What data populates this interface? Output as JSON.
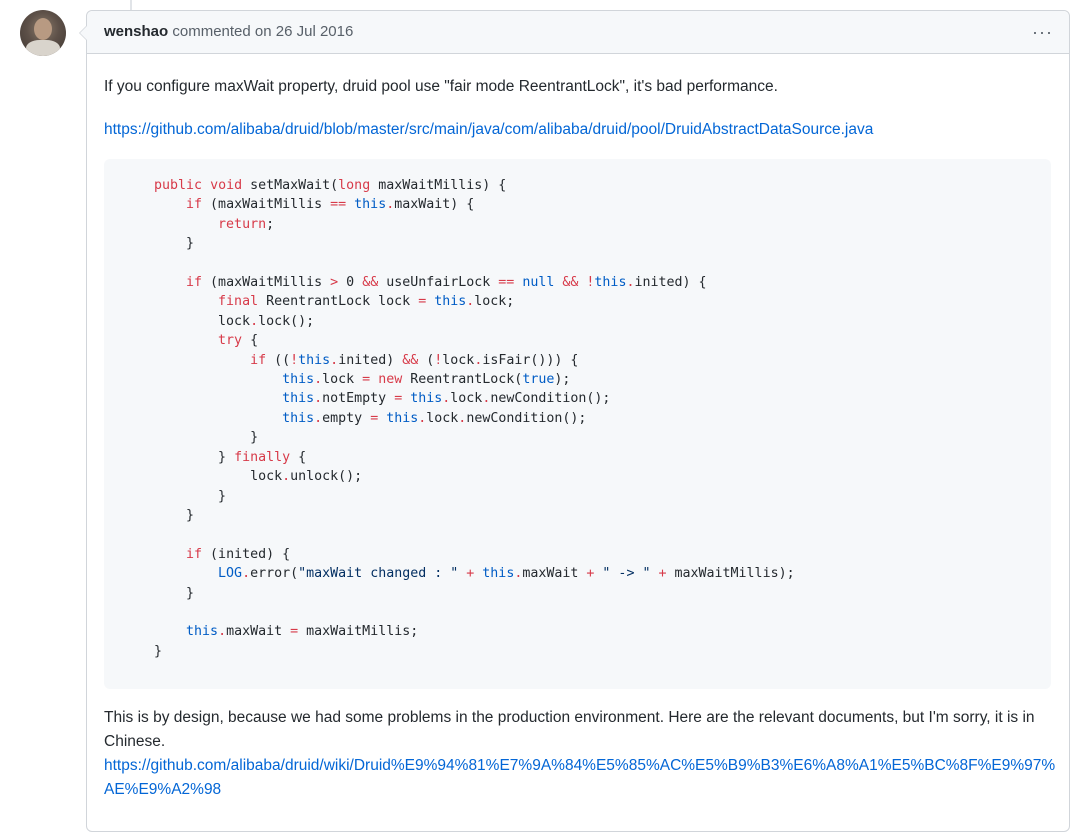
{
  "comment": {
    "author": "wenshao",
    "meta": "commented on 26 Jul 2016",
    "menu_icon": "kebab-horizontal-icon",
    "paragraph1": "If you configure maxWait property, druid pool use \"fair mode ReentrantLock\", it's bad performance.",
    "link1": "https://github.com/alibaba/druid/blob/master/src/main/java/com/alibaba/druid/pool/DruidAbstractDataSource.java",
    "code_lines": [
      "public void setMaxWait(long maxWaitMillis) {",
      "    if (maxWaitMillis == this.maxWait) {",
      "        return;",
      "    }",
      "",
      "    if (maxWaitMillis > 0 && useUnfairLock == null && !this.inited) {",
      "        final ReentrantLock lock = this.lock;",
      "        lock.lock();",
      "        try {",
      "            if ((!this.inited) && (!lock.isFair())) {",
      "                this.lock = new ReentrantLock(true);",
      "                this.notEmpty = this.lock.newCondition();",
      "                this.empty = this.lock.newCondition();",
      "            }",
      "        } finally {",
      "            lock.unlock();",
      "        }",
      "    }",
      "",
      "    if (inited) {",
      "        LOG.error(\"maxWait changed : \" + this.maxWait + \" -> \" + maxWaitMillis);",
      "    }",
      "",
      "    this.maxWait = maxWaitMillis;",
      "}"
    ],
    "paragraph2": "This is by design, because we had some problems in the production environment. Here are the relevant documents, but I'm sorry, it is in Chinese.",
    "link2": "https://github.com/alibaba/druid/wiki/Druid%E9%94%81%E7%9A%84%E5%85%AC%E5%B9%B3%E6%A8%A1%E5%BC%8F%E9%97%AE%E9%A2%98"
  },
  "colors": {
    "link": "#0366d6",
    "keyword": "#d73a49",
    "builtin": "#005cc5",
    "string": "#032f62"
  }
}
